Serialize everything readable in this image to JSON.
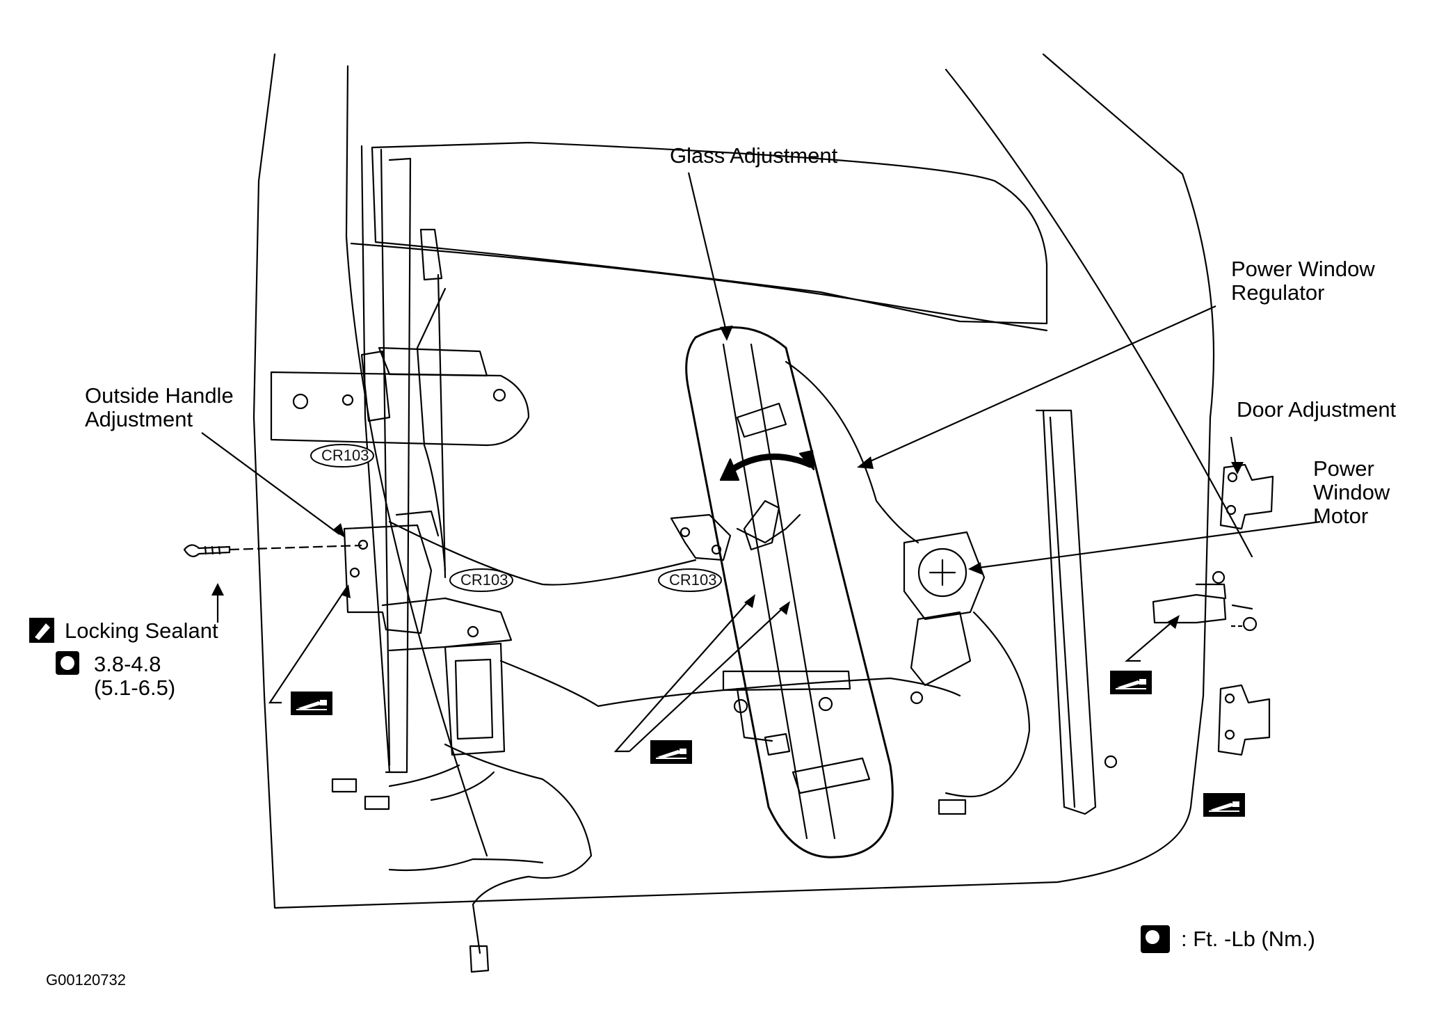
{
  "labels": {
    "glass_adjustment": "Glass Adjustment",
    "power_window_regulator_1": "Power Window",
    "power_window_regulator_2": "Regulator",
    "outside_handle_1": "Outside Handle",
    "outside_handle_2": "Adjustment",
    "door_adjustment": "Door Adjustment",
    "power_window_motor_1": "Power",
    "power_window_motor_2": "Window",
    "power_window_motor_3": "Motor",
    "locking_sealant": "Locking Sealant",
    "torque_ftlb": "3.8-4.8",
    "torque_nm": "(5.1-6.5)",
    "cr_tag": "CR103",
    "legend": ": Ft. -Lb (Nm.)",
    "figure_code": "G00120732"
  },
  "icons": {
    "sealant": "sealant-icon",
    "torque": "torque-wrench-icon",
    "fastener_callout": "fastener-callout-icon"
  }
}
